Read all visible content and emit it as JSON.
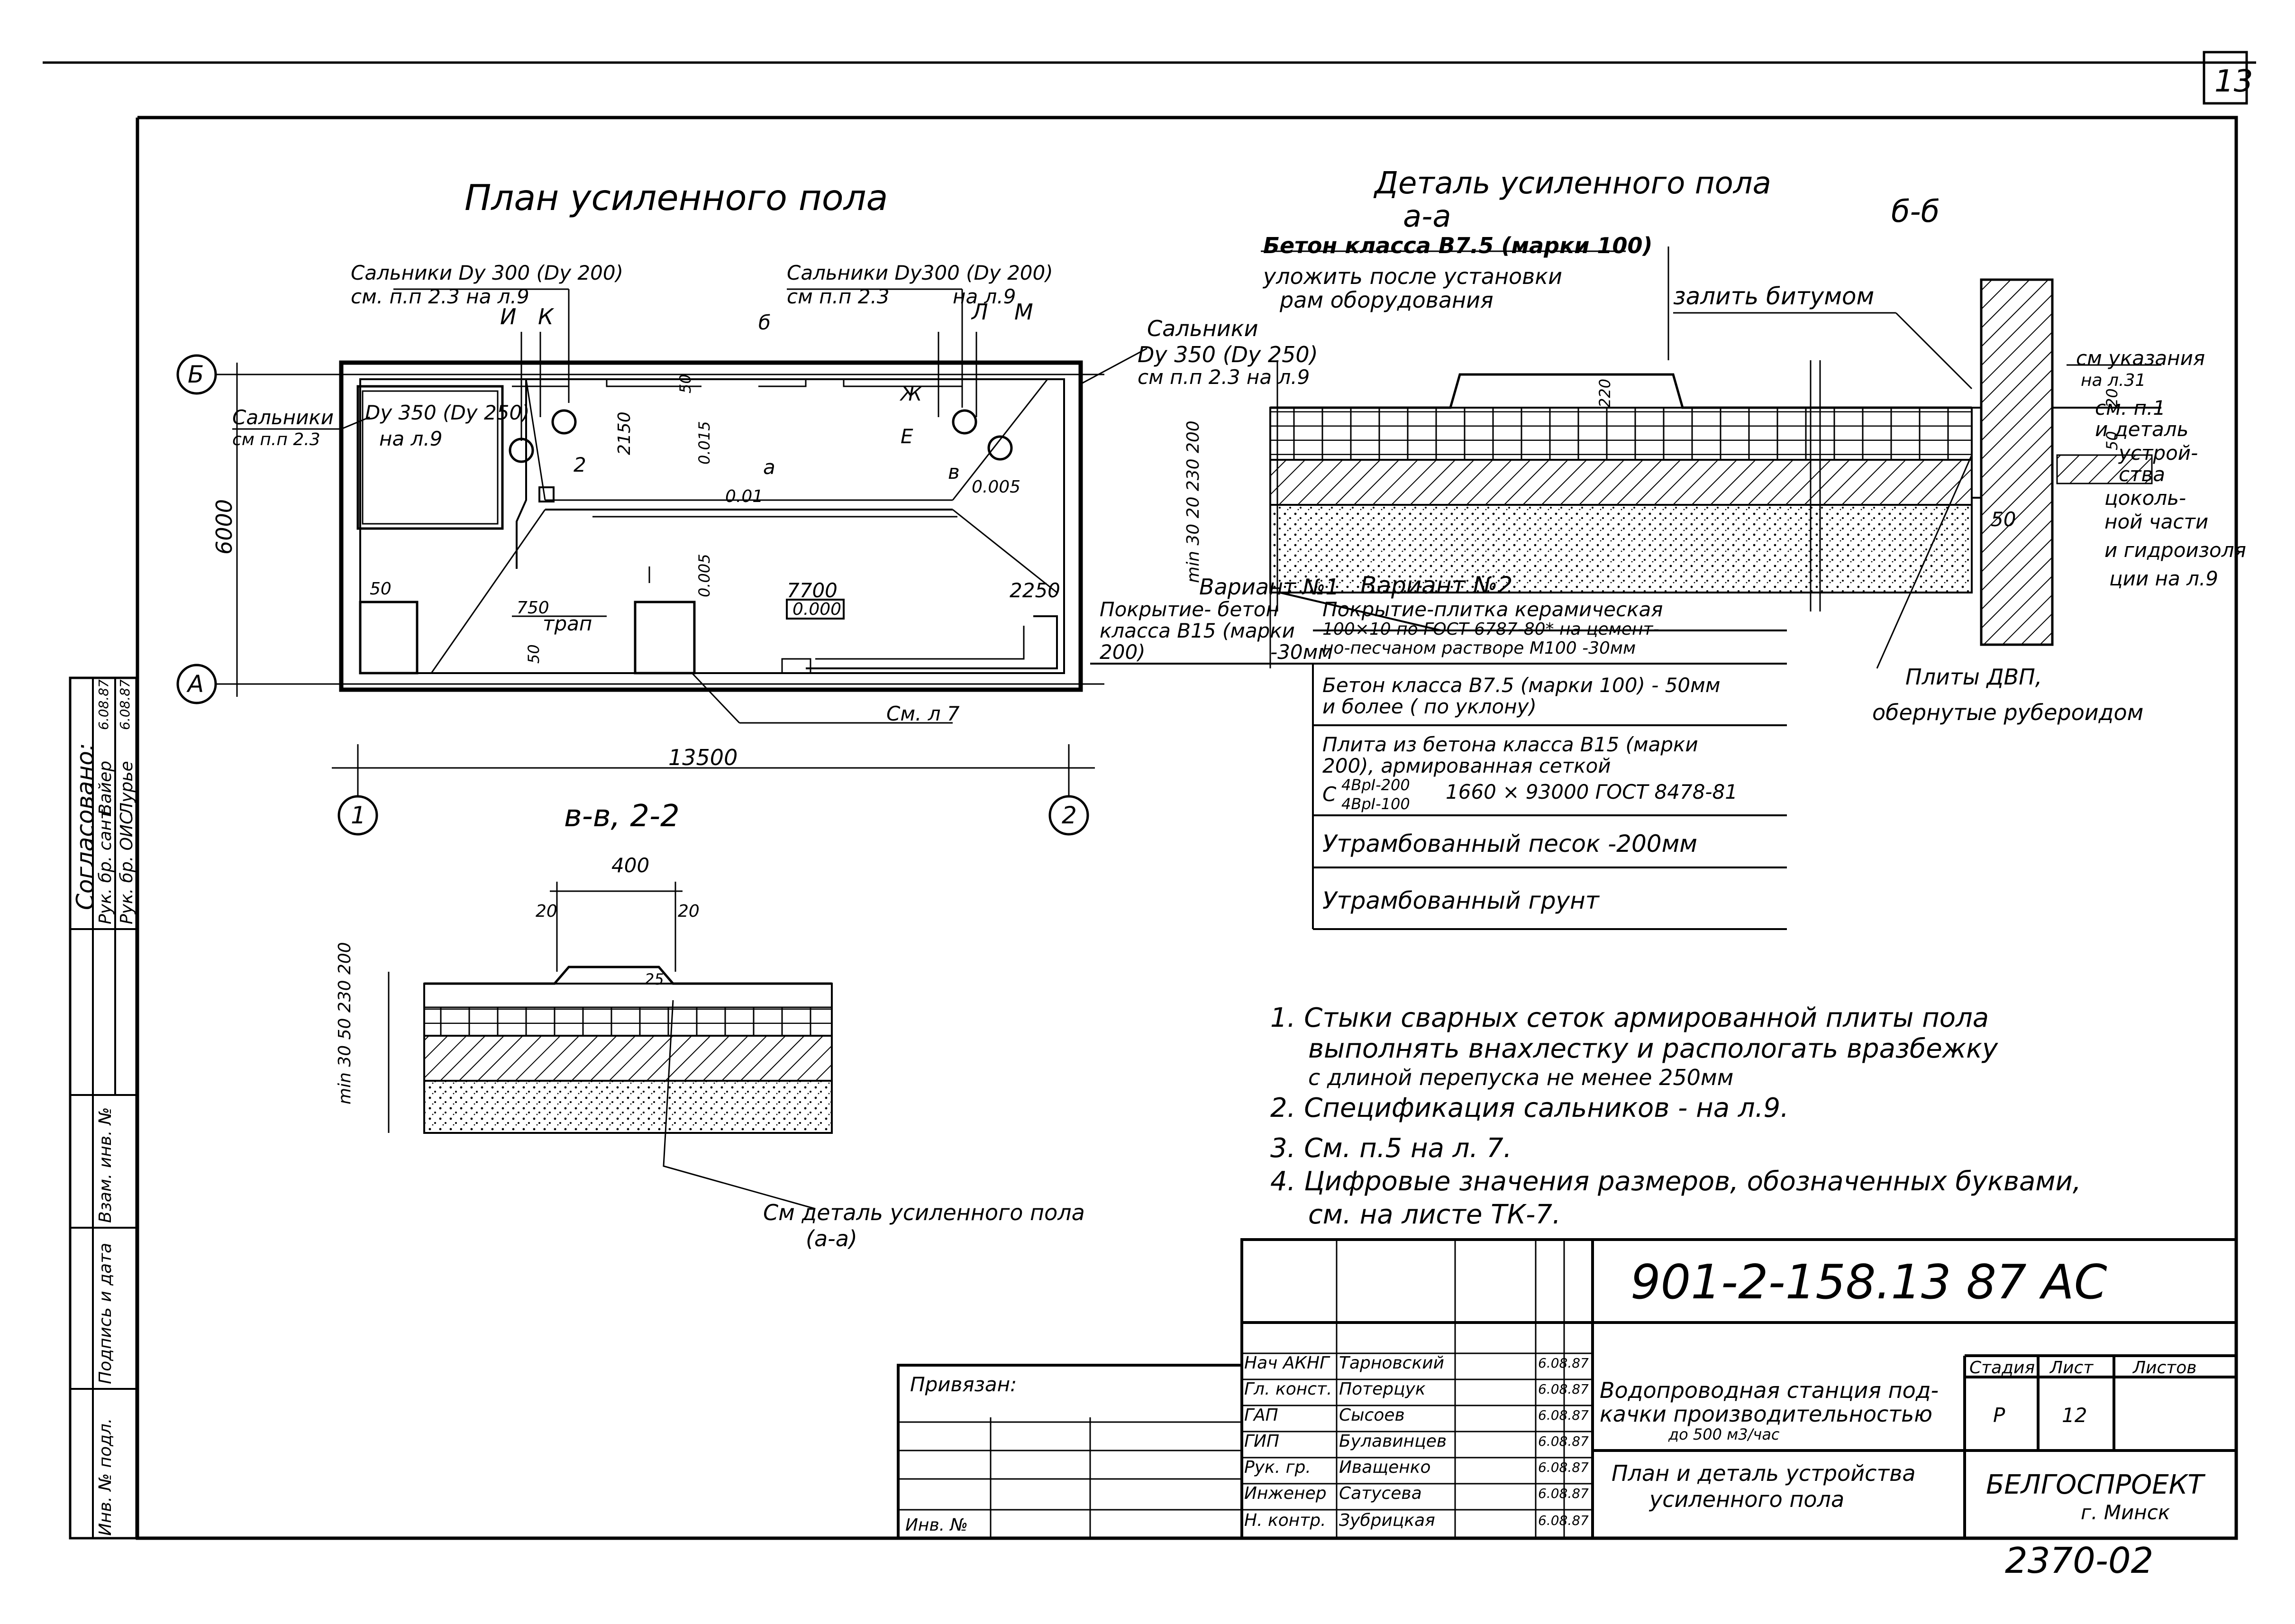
{
  "sheet_number": "13",
  "side_stamp": "Согласовано:",
  "side_rows": {
    "role1": "Рук. бр. сант.",
    "person1": "Вайер",
    "role2": "Рук. бр. ОИС",
    "person2": "Лурье",
    "d1": "6.08.87",
    "d2": "6.08.87"
  },
  "side_columns": {
    "inv_orig": "Инв. № подл.",
    "signature_date": "Подпись и дата",
    "replace_inv": "Взам. инв. №"
  },
  "plan": {
    "title": "План усиленного пола",
    "axis_b": "Б",
    "axis_a": "А",
    "axis_1": "1",
    "axis_2": "2",
    "glands_left_1": "Сальники Dу 300 (Dу 200)",
    "glands_left_2": "см. п.п 2.3 на л.9",
    "glands_mid_1": "Сальники Dу300 (Dу 200)",
    "glands_mid_2": "см п.п 2.3",
    "glands_mid_3": "на л.9",
    "glands_right_1": "Сальники",
    "glands_right_2": "Dу 350 (Dу 250)",
    "glands_right_3": "см п.п 2.3 на л.9",
    "glands_box_1": "Сальники",
    "glands_box_2": "см п.п 2.3",
    "box_1": "Dу 350 (Dу 250)",
    "box_2": "на л.9",
    "letter_i": "И",
    "letter_k": "К",
    "letter_l": "Л",
    "letter_m": "М",
    "letter_e": "Е",
    "letter_zh": "Ж",
    "sec_b": "б",
    "sec_a": "а",
    "sec_v": "в",
    "sec_2": "2",
    "dim_6000": "6000",
    "dim_13500": "13500",
    "dim_7700": "7700",
    "dim_2250": "2250",
    "dim_2150": "2150",
    "dim_750": "750",
    "dim_50a": "50",
    "dim_50b": "50",
    "dim_50c": "50",
    "lvl_1": "0.01",
    "lvl_2": "0.005",
    "lvl_3": "0.005",
    "lvl_4": "0.015",
    "lvl_0": "0.000",
    "trap": "трап",
    "see_sheet": "См. л 7"
  },
  "detail_bb": {
    "title": "в-в, 2-2",
    "dim_400": "400",
    "dim_20a": "20",
    "dim_20b": "20",
    "dim_25": "25",
    "dims": "min 30 50 230 200",
    "note_1": "См деталь усиленного пола",
    "note_2": "(а-а)"
  },
  "detail_aa": {
    "title": "Деталь усиленного пола",
    "sub_aa": "а-а",
    "sub_bb": "б-б",
    "concrete_1": "Бетон класса В7.5 (марки 100)",
    "concrete_2": "уложить после установки",
    "concrete_3": "рам оборудования",
    "bitumen": "залить битумом",
    "see_1": "см указания",
    "see_2": "на л.31",
    "see_3": "см. п.1",
    "see_4": "и деталь",
    "see_5": "устрой-",
    "see_6": "ства",
    "see_7": "цоколь-",
    "see_8": "ной части",
    "see_9": "и гидроизоля",
    "see_10": "ции на л.9",
    "dim_220": "220",
    "dim_50": "50",
    "dim_20": "20",
    "dim_50b": "50",
    "left_dims": "min 30 20 230 200",
    "dvp_1": "Плиты ДВП,",
    "dvp_2": "обернутые рубероидом",
    "var1_title": "Вариант №1",
    "var1_1": "Покрытие- бетон",
    "var1_2": "класса В15 (марки",
    "var1_3": "200)",
    "var1_4": "-30мм",
    "var2_title": "Вариант №2",
    "var2_1": "Покрытие-плитка керамическая",
    "var2_2": "100×10 по ГОСТ 6787-80* на цемент-",
    "var2_3": "но-песчаном растворе М100 -30мм",
    "layer_1a": "Бетон класса В7.5 (марки 100) - 50мм",
    "layer_1b": "и более ( по уклону)",
    "layer_2a": "Плита из бетона класса В15 (марки",
    "layer_2b": "200), армированная сеткой",
    "layer_2c": "С",
    "layer_2d": "4ВрI-200",
    "layer_2e": "4ВрI-100",
    "layer_2f": "1660 × 93000 ГОСТ 8478-81",
    "layer_3": "Утрамбованный песок -200мм",
    "layer_4": "Утрамбованный грунт"
  },
  "notes": {
    "n1a": "1. Стыки сварных сеток армированной плиты пола",
    "n1b": "выполнять внахлестку и распологать вразбежку",
    "n1c": "с длиной перепуска не менее 250мм",
    "n2": "2. Спецификация сальников - на л.9.",
    "n3": "3. См. п.5 на л. 7.",
    "n4a": "4. Цифровые значения размеров, обозначенных буквами,",
    "n4b": "см. на листе ТК-7."
  },
  "title_block": {
    "code": "901-2-158.13 87 АС",
    "project_1": "Водопроводная станция под-",
    "project_2": "качки производительностью",
    "project_3": "до 500 м3/час",
    "sheet_title_1": "План и деталь устройства",
    "sheet_title_2": "усиленного пола",
    "stage_h": "Стадия",
    "sheet_h": "Лист",
    "sheets_h": "Листов",
    "stage": "Р",
    "sheet": "12",
    "org_1": "БЕЛГОСПРОЕКТ",
    "org_2": "г. Минск",
    "bound": "Привязан:",
    "inv": "Инв. №",
    "footer": "2370-02",
    "staff": [
      {
        "role": "Нач АКНГ",
        "name": "Тарновский",
        "date": "6.08.87"
      },
      {
        "role": "Гл. конст.",
        "name": "Потерцук",
        "date": "6.08.87"
      },
      {
        "role": "ГАП",
        "name": "Сысоев",
        "date": "6.08.87"
      },
      {
        "role": "ГИП",
        "name": "Булавинцев",
        "date": "6.08.87"
      },
      {
        "role": "Рук. гр.",
        "name": "Иващенко",
        "date": "6.08.87"
      },
      {
        "role": "Инженер",
        "name": "Сатусева",
        "date": "6.08.87"
      },
      {
        "role": "Н. контр.",
        "name": "Зубрицкая",
        "date": "6.08.87"
      }
    ]
  }
}
